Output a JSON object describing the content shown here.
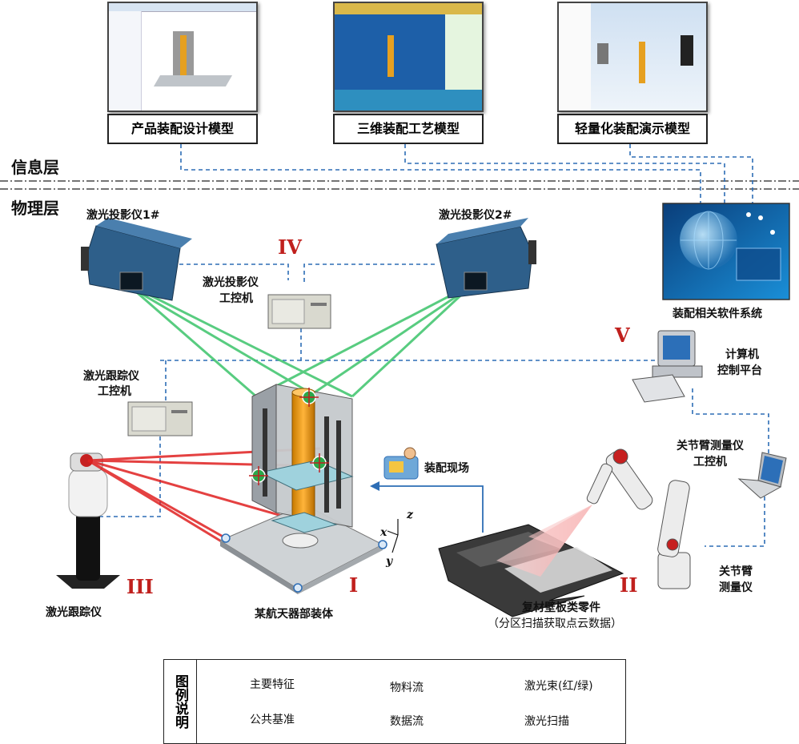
{
  "top_models": [
    {
      "label": "产品装配设计模型"
    },
    {
      "label": "三维装配工艺模型"
    },
    {
      "label": "轻量化装配演示模型"
    }
  ],
  "layers": {
    "info": "信息层",
    "physical": "物理层"
  },
  "devices": {
    "projector1": "激光投影仪1#",
    "projector2": "激光投影仪2#",
    "projector_ipc_line1": "激光投影仪",
    "projector_ipc_line2": "工控机",
    "software": "装配相关软件系统",
    "computer_line1": "计算机",
    "computer_line2": "控制平台",
    "tracker_ipc_line1": "激光跟踪仪",
    "tracker_ipc_line2": "工控机",
    "arm_ipc_line1": "关节臂测量仪",
    "arm_ipc_line2": "工控机",
    "assembly_site": "装配现场",
    "tracker": "激光跟踪仪",
    "spacecraft": "某航天器部装体",
    "composite_line1": "复材壁板类零件",
    "composite_line2": "（分区扫描获取点云数据）",
    "arm_line1": "关节臂",
    "arm_line2": "测量仪"
  },
  "romans": {
    "I": "I",
    "II": "II",
    "III": "III",
    "IV": "IV",
    "V": "V"
  },
  "axes": {
    "x": "x",
    "y": "y",
    "z": "z"
  },
  "legend": {
    "title": "图例说明",
    "main_feature": "主要特征",
    "common_datum": "公共基准",
    "material_flow": "物料流",
    "data_flow": "数据流",
    "laser_beam": "激光束(红/绿)",
    "laser_scan": "激光扫描"
  },
  "colors": {
    "data_flow": "#2d6db5",
    "green_beam": "#3cc46a",
    "red_beam": "#e02020",
    "roman": "#c0201d",
    "device_blue": "#2e5f8a"
  }
}
